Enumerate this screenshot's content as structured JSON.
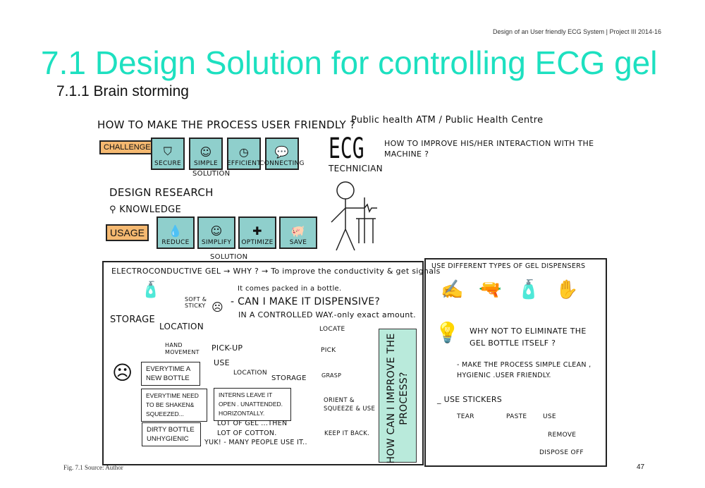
{
  "header": {
    "running_title": "Design of an User friendly ECG System  |  Project  III  2014-16"
  },
  "title": "7.1 Design Solution for controlling ECG gel",
  "subtitle": "7.1.1  Brain storming",
  "sketch": {
    "question": "HOW TO MAKE THE PROCESS USER FRIENDLY ?",
    "context": "Public health ATM / Public  Health Centre",
    "challenge": "CHALLENGE",
    "challenge_tiles": [
      {
        "label": "SECURE",
        "icon": "shield-icon"
      },
      {
        "label": "SIMPLE",
        "icon": "smiley-icon"
      },
      {
        "label": "EFFICIENT",
        "icon": "clock-icon"
      },
      {
        "label": "CONNECTING",
        "icon": "speech-bubbles-icon"
      }
    ],
    "solution1": "SOLUTION",
    "ecg": "ECG",
    "technician": "TECHNICIAN",
    "ecg_note": "HOW TO IMPROVE HIS/HER INTERACTION WITH THE MACHINE ?",
    "design_research": "DESIGN RESEARCH",
    "knowledge": "KNOWLEDGE",
    "usage": "USAGE",
    "usage_tiles": [
      {
        "label": "REDUCE",
        "icon": "drop-icon"
      },
      {
        "label": "SIMPLIFY",
        "icon": "smiley-icon"
      },
      {
        "label": "OPTIMIZE",
        "icon": "dispenser-icon"
      },
      {
        "label": "SAVE",
        "icon": "piggy-bank-icon"
      }
    ],
    "solution2": "SOLUTION",
    "gel_line": "ELECTROCONDUCTIVE GEL → WHY ? → To improve the conductivity & get signals",
    "bottle_note": "It comes packed in a bottle.",
    "soft_sticky": "SOFT & STICKY",
    "dispense_q": "- CAN I MAKE IT DISPENSIVE?",
    "controlled": "IN A CONTROLLED WAY.-only exact amount.",
    "storage": "STORAGE",
    "location": "LOCATION",
    "hand_movement": "HAND MOVEMENT",
    "pick_up": "PICK-UP",
    "use": "USE",
    "location2": "LOCATION",
    "storage2": "STORAGE",
    "bubbles": [
      "EVERYTIME A NEW BOTTLE",
      "EVERYTIME NEED TO BE SHAKEN& SQUEEZED...",
      "DIRTY BOTTLE UNHYGIENIC",
      "INTERNS LEAVE IT OPEN . UNATTENDED. HORIZONTALLY."
    ],
    "lot_gel": "LOT OF GEL ...THEN LOT OF COTTON.",
    "yuk": "YUK! - MANY PEOPLE USE IT..",
    "steps": [
      "LOCATE",
      "PICK",
      "GRASP",
      "ORIENT & SQUEEZE & USE",
      "KEEP IT BACK."
    ],
    "improve": "HOW CAN I IMPROVE THE PROCESS?",
    "dispensers": "USE DIFFERENT TYPES OF GEL DISPENSERS",
    "eliminate": "WHY NOT TO ELIMINATE THE GEL BOTTLE ITSELF ?",
    "make_simple": "- MAKE THE PROCESS SIMPLE CLEAN , HYGIENIC .USER FRIENDLY.",
    "stickers": "_ USE STICKERS",
    "tear": "TEAR",
    "paste": "PASTE",
    "use2": "USE",
    "remove": "REMOVE",
    "dispose": "DISPOSE OFF"
  },
  "caption": "Fig. 7.1    Source: Author",
  "page_number": "47"
}
